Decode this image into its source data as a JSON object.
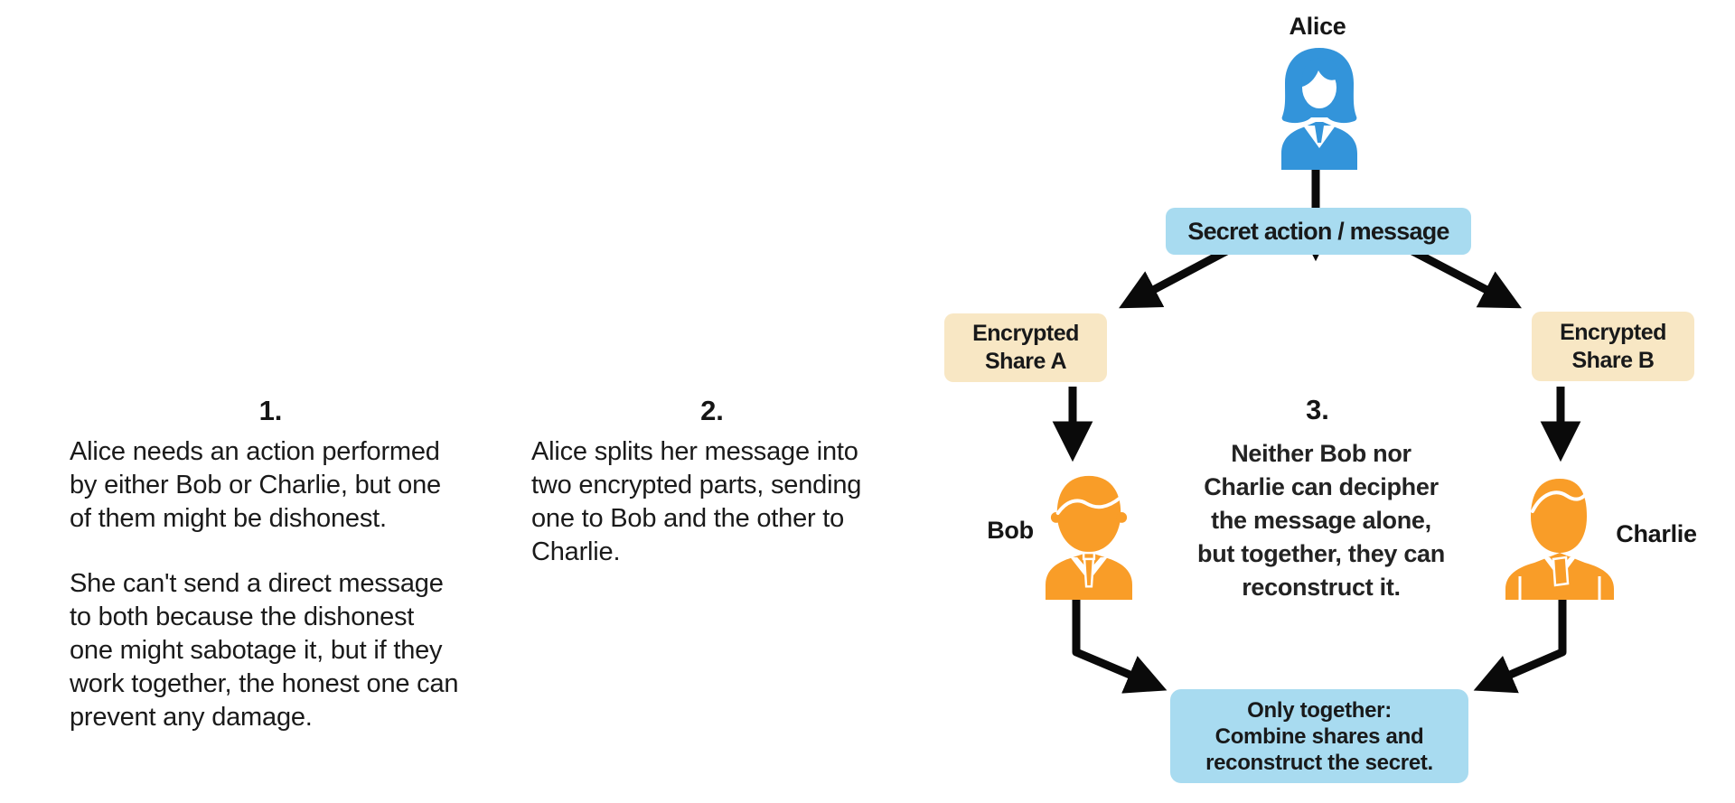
{
  "sections": [
    {
      "number": "1.",
      "paragraph1": [
        "Alice needs an action performed",
        "by either Bob or Charlie, but one",
        "of them might be dishonest."
      ],
      "paragraph2": [
        "She can't send a direct message",
        "to both because the dishonest",
        "one might sabotage it, but if they",
        "work together, the honest one can",
        "prevent any damage."
      ]
    },
    {
      "number": "2.",
      "paragraph1": [
        "Alice splits her message into",
        "two encrypted parts, sending",
        "one to Bob and the other to",
        "Charlie."
      ]
    }
  ],
  "diagram": {
    "actors": {
      "alice": "Alice",
      "bob": "Bob",
      "charlie": "Charlie"
    },
    "secret_box_label": "Secret action / message",
    "share_a_label": [
      "Encrypted",
      "Share A"
    ],
    "share_b_label": [
      "Encrypted",
      "Share B"
    ],
    "step": {
      "number": "3.",
      "text": [
        "Neither Bob nor",
        "Charlie can decipher",
        "the message alone,",
        "but together, they can",
        "reconstruct it."
      ]
    },
    "bottom_box_label": [
      "Only together:",
      "Combine shares and",
      "reconstruct the secret."
    ],
    "colors": {
      "blue_icon": "#3394DA",
      "light_blue_box": "#A8DBF0",
      "cream_box": "#F8E7C4",
      "orange_icon": "#F99D28",
      "arrow": "#0A0A0A"
    }
  }
}
